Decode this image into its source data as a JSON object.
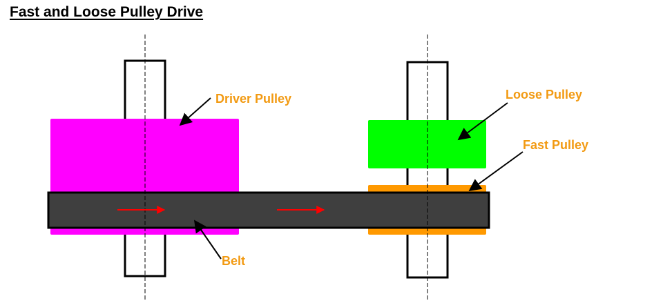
{
  "title": "Fast and Loose Pulley Drive",
  "labels": {
    "driver_pulley": "Driver Pulley",
    "loose_pulley": "Loose Pulley",
    "fast_pulley": "Fast Pulley",
    "belt": "Belt"
  },
  "colors": {
    "driver_pulley": "#ff00ff",
    "loose_pulley": "#00ff00",
    "fast_pulley": "#ff9900",
    "belt": "#3f3f3f",
    "label_text": "#f29a12",
    "direction_arrow": "#ff0000"
  }
}
